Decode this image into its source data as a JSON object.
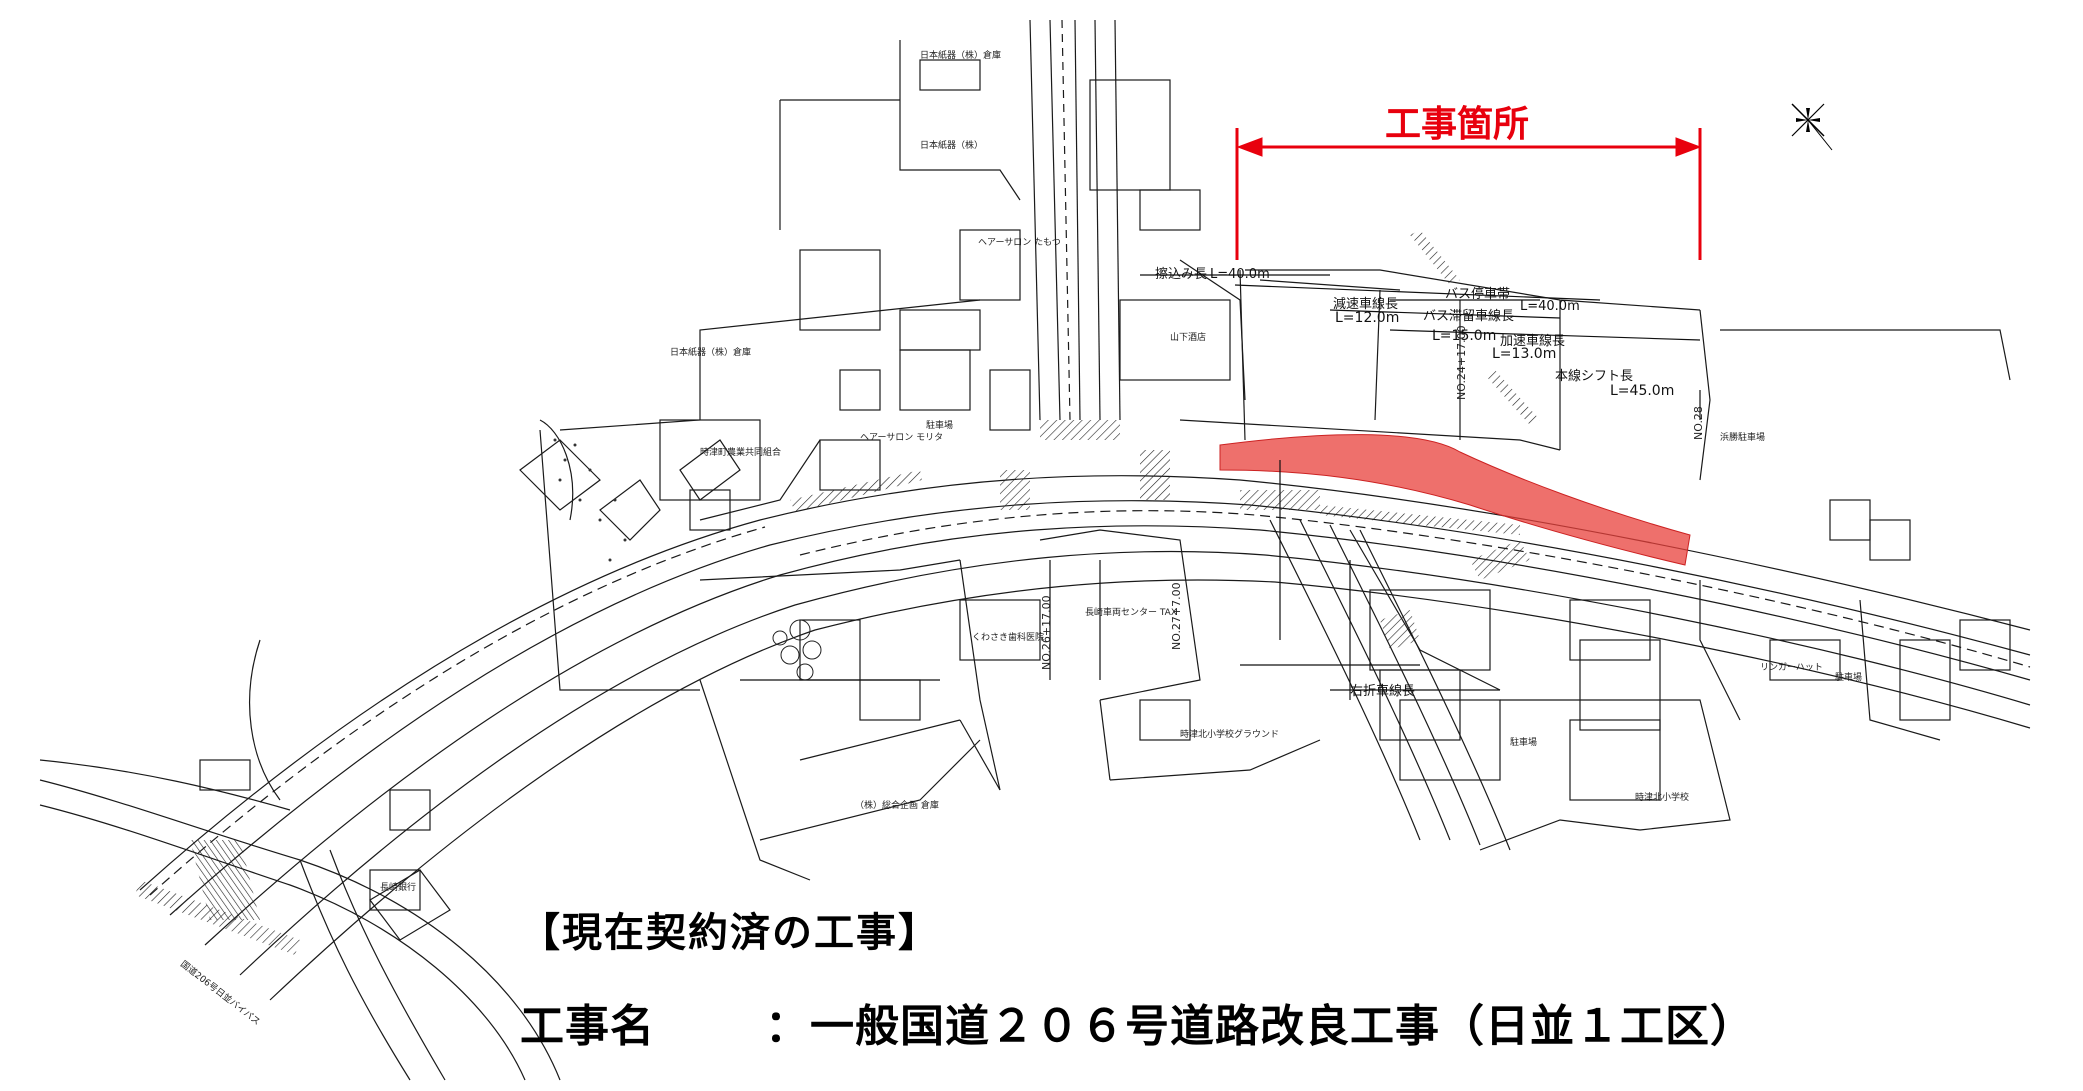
{
  "title_label": "工事箇所",
  "status_heading": "【現在契約済の工事】",
  "construction": {
    "key": "工事名",
    "value": "：一般国道２０６号道路改良工事（日並１工区）"
  },
  "colors": {
    "highlight": "#e8403b",
    "arrow": "#e8000d",
    "line": "#1a1a1a"
  },
  "icons": {
    "north_arrow": "north-arrow-icon"
  },
  "dimensions": {
    "bus_stop_length": "バス停車帯",
    "bus_stop_value": "L=40.0m",
    "merge_length": "擦込み長",
    "merge_value": "L=40.0m",
    "decel_length": "減速車線長",
    "decel_value": "L=12.0m",
    "bus_wait_length": "バス滞留車線長",
    "bus_wait_value": "L=15.0m",
    "accel_length": "加速車線長",
    "accel_value": "L=13.0m",
    "shift_length": "本線シフト長",
    "shift_value": "L=45.0m",
    "right_turn_length": "右折車線長",
    "station_24": "NO.24+17.00",
    "station_26": "NO.26+17.00",
    "station_27": "NO.27+7.00",
    "station_28": "NO.28"
  },
  "places": {
    "nihon_warehouse": "日本紙器（株）倉庫",
    "nihon": "日本紙器（株）",
    "hair_salon_1": "ヘアーサロン たもつ",
    "hair_salon_2": "ヘアーサロン モリタ",
    "yamashita": "山下酒店",
    "parking": "駐車場",
    "clinic": "くわさき歯科医院",
    "taxi": "長崎車両センター TAX",
    "school_ground": "時津北小学校グラウンド",
    "school": "時津北小学校",
    "kyodo": "時津町農業共同組合",
    "company_warehouse": "（株）総合企画 倉庫",
    "bypass": "国道206号日並バイパス",
    "nagasaki_bank": "長崎銀行",
    "bus_parking": "浜勝駐車場",
    "landmark_nu": "リンガーハット"
  }
}
